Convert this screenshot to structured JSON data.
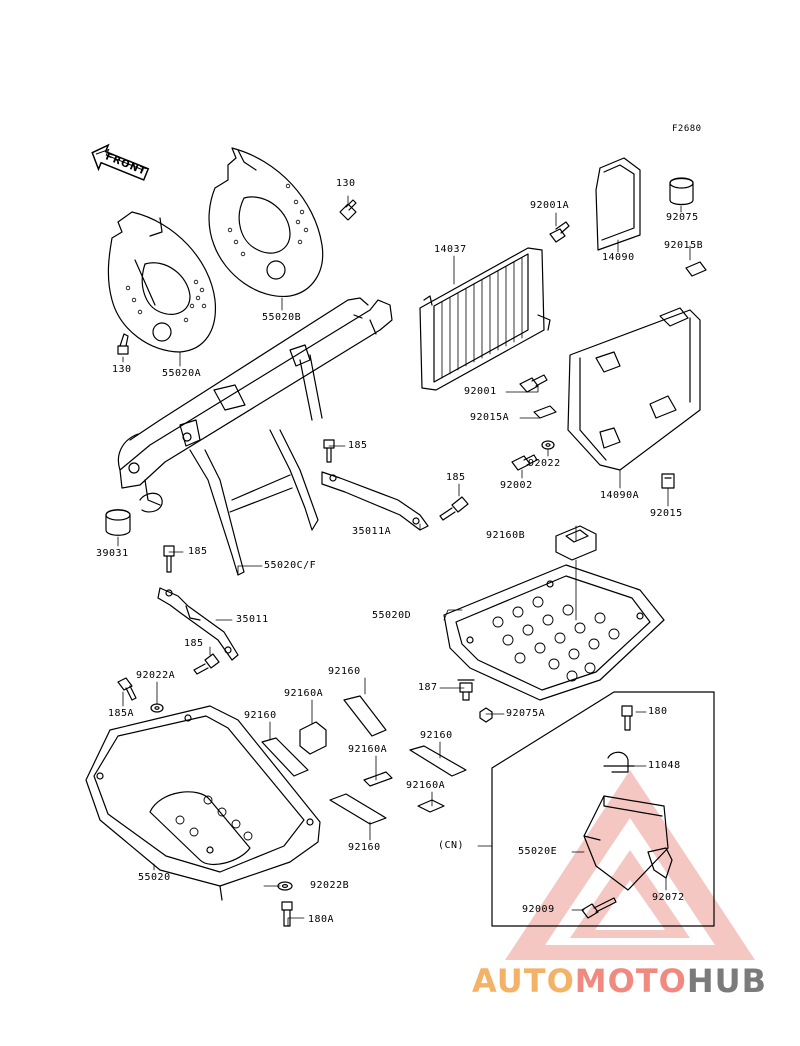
{
  "diagram_code": "F2680",
  "front_label": "FRONT",
  "labels": {
    "l130a": "130",
    "l130b": "130",
    "l55020b": "55020B",
    "l55020a": "55020A",
    "l92001a": "92001A",
    "l92075": "92075",
    "l14037": "14037",
    "l14090": "14090",
    "l92015b": "92015B",
    "l92001": "92001",
    "l92015a": "92015A",
    "l92022": "92022",
    "l92002": "92002",
    "l14090a": "14090A",
    "l92015": "92015",
    "l185a": "185",
    "l185b": "185",
    "l185c": "185",
    "l185d": "185",
    "l35011a": "35011A",
    "l39031": "39031",
    "l55020cf": "55020C/F",
    "l35011": "35011",
    "l92160b": "92160B",
    "l55020d": "55020D",
    "l92022a": "92022A",
    "l185a2": "185A",
    "l187": "187",
    "l92075a": "92075A",
    "l92160top": "92160",
    "l92160a1": "92160A",
    "l92160l": "92160",
    "l92160a2": "92160A",
    "l92160r": "92160",
    "l92160a3": "92160A",
    "l92160bot": "92160",
    "l55020": "55020",
    "l92022b": "92022B",
    "l180a": "180A",
    "l180": "180",
    "l11048": "11048",
    "lcn": "(CN)",
    "l55020e": "55020E",
    "l92072": "92072",
    "l92009": "92009"
  },
  "watermark": {
    "part1": "AUTO",
    "part2": "MOTO",
    "part3": "HUB"
  },
  "colors": {
    "line": "#000000",
    "watermark_orange": "#f4b266",
    "watermark_red": "#f08a80",
    "watermark_gray": "#7b7b7b"
  }
}
